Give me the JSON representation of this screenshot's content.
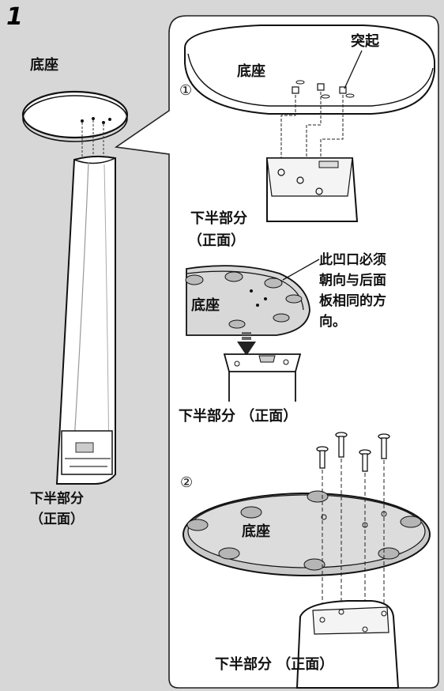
{
  "step": "1",
  "labels": {
    "left_base": "底座",
    "left_lower_part": "下半部分",
    "left_front": "（正面）",
    "protrusion": "突起",
    "top_base": "底座",
    "circle_1": "①",
    "top_lower_part": "下半部分",
    "top_front": "（正面）",
    "notch_note": "此凹口必须\n朝向与后面\n板相同的方\n向。",
    "middle_base": "底座",
    "middle_lower_part": "下半部分 （正面）",
    "circle_2": "②",
    "bottom_base": "底座",
    "bottom_lower_part": "下半部分 （正面）"
  },
  "colors": {
    "background": "#d7d7d7",
    "panel": "#ffffff",
    "line": "#111111"
  }
}
